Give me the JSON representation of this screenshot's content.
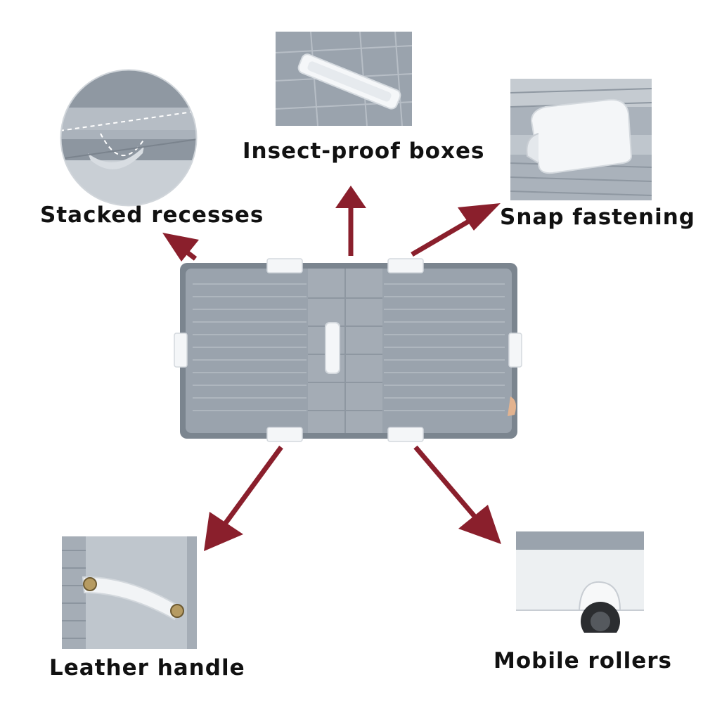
{
  "features": {
    "stacked_recesses": "Stacked recesses",
    "insect_proof_boxes": "Insect-proof boxes",
    "snap_fastening": "Snap fastening",
    "leather_handle": "Leather handle",
    "mobile_rollers": "Mobile rollers"
  },
  "colors": {
    "arrow": "#8a1f2c",
    "box_body": "#9aa3ad",
    "box_rim": "#7b858f",
    "clip": "#f4f6f8",
    "text": "#111111"
  }
}
